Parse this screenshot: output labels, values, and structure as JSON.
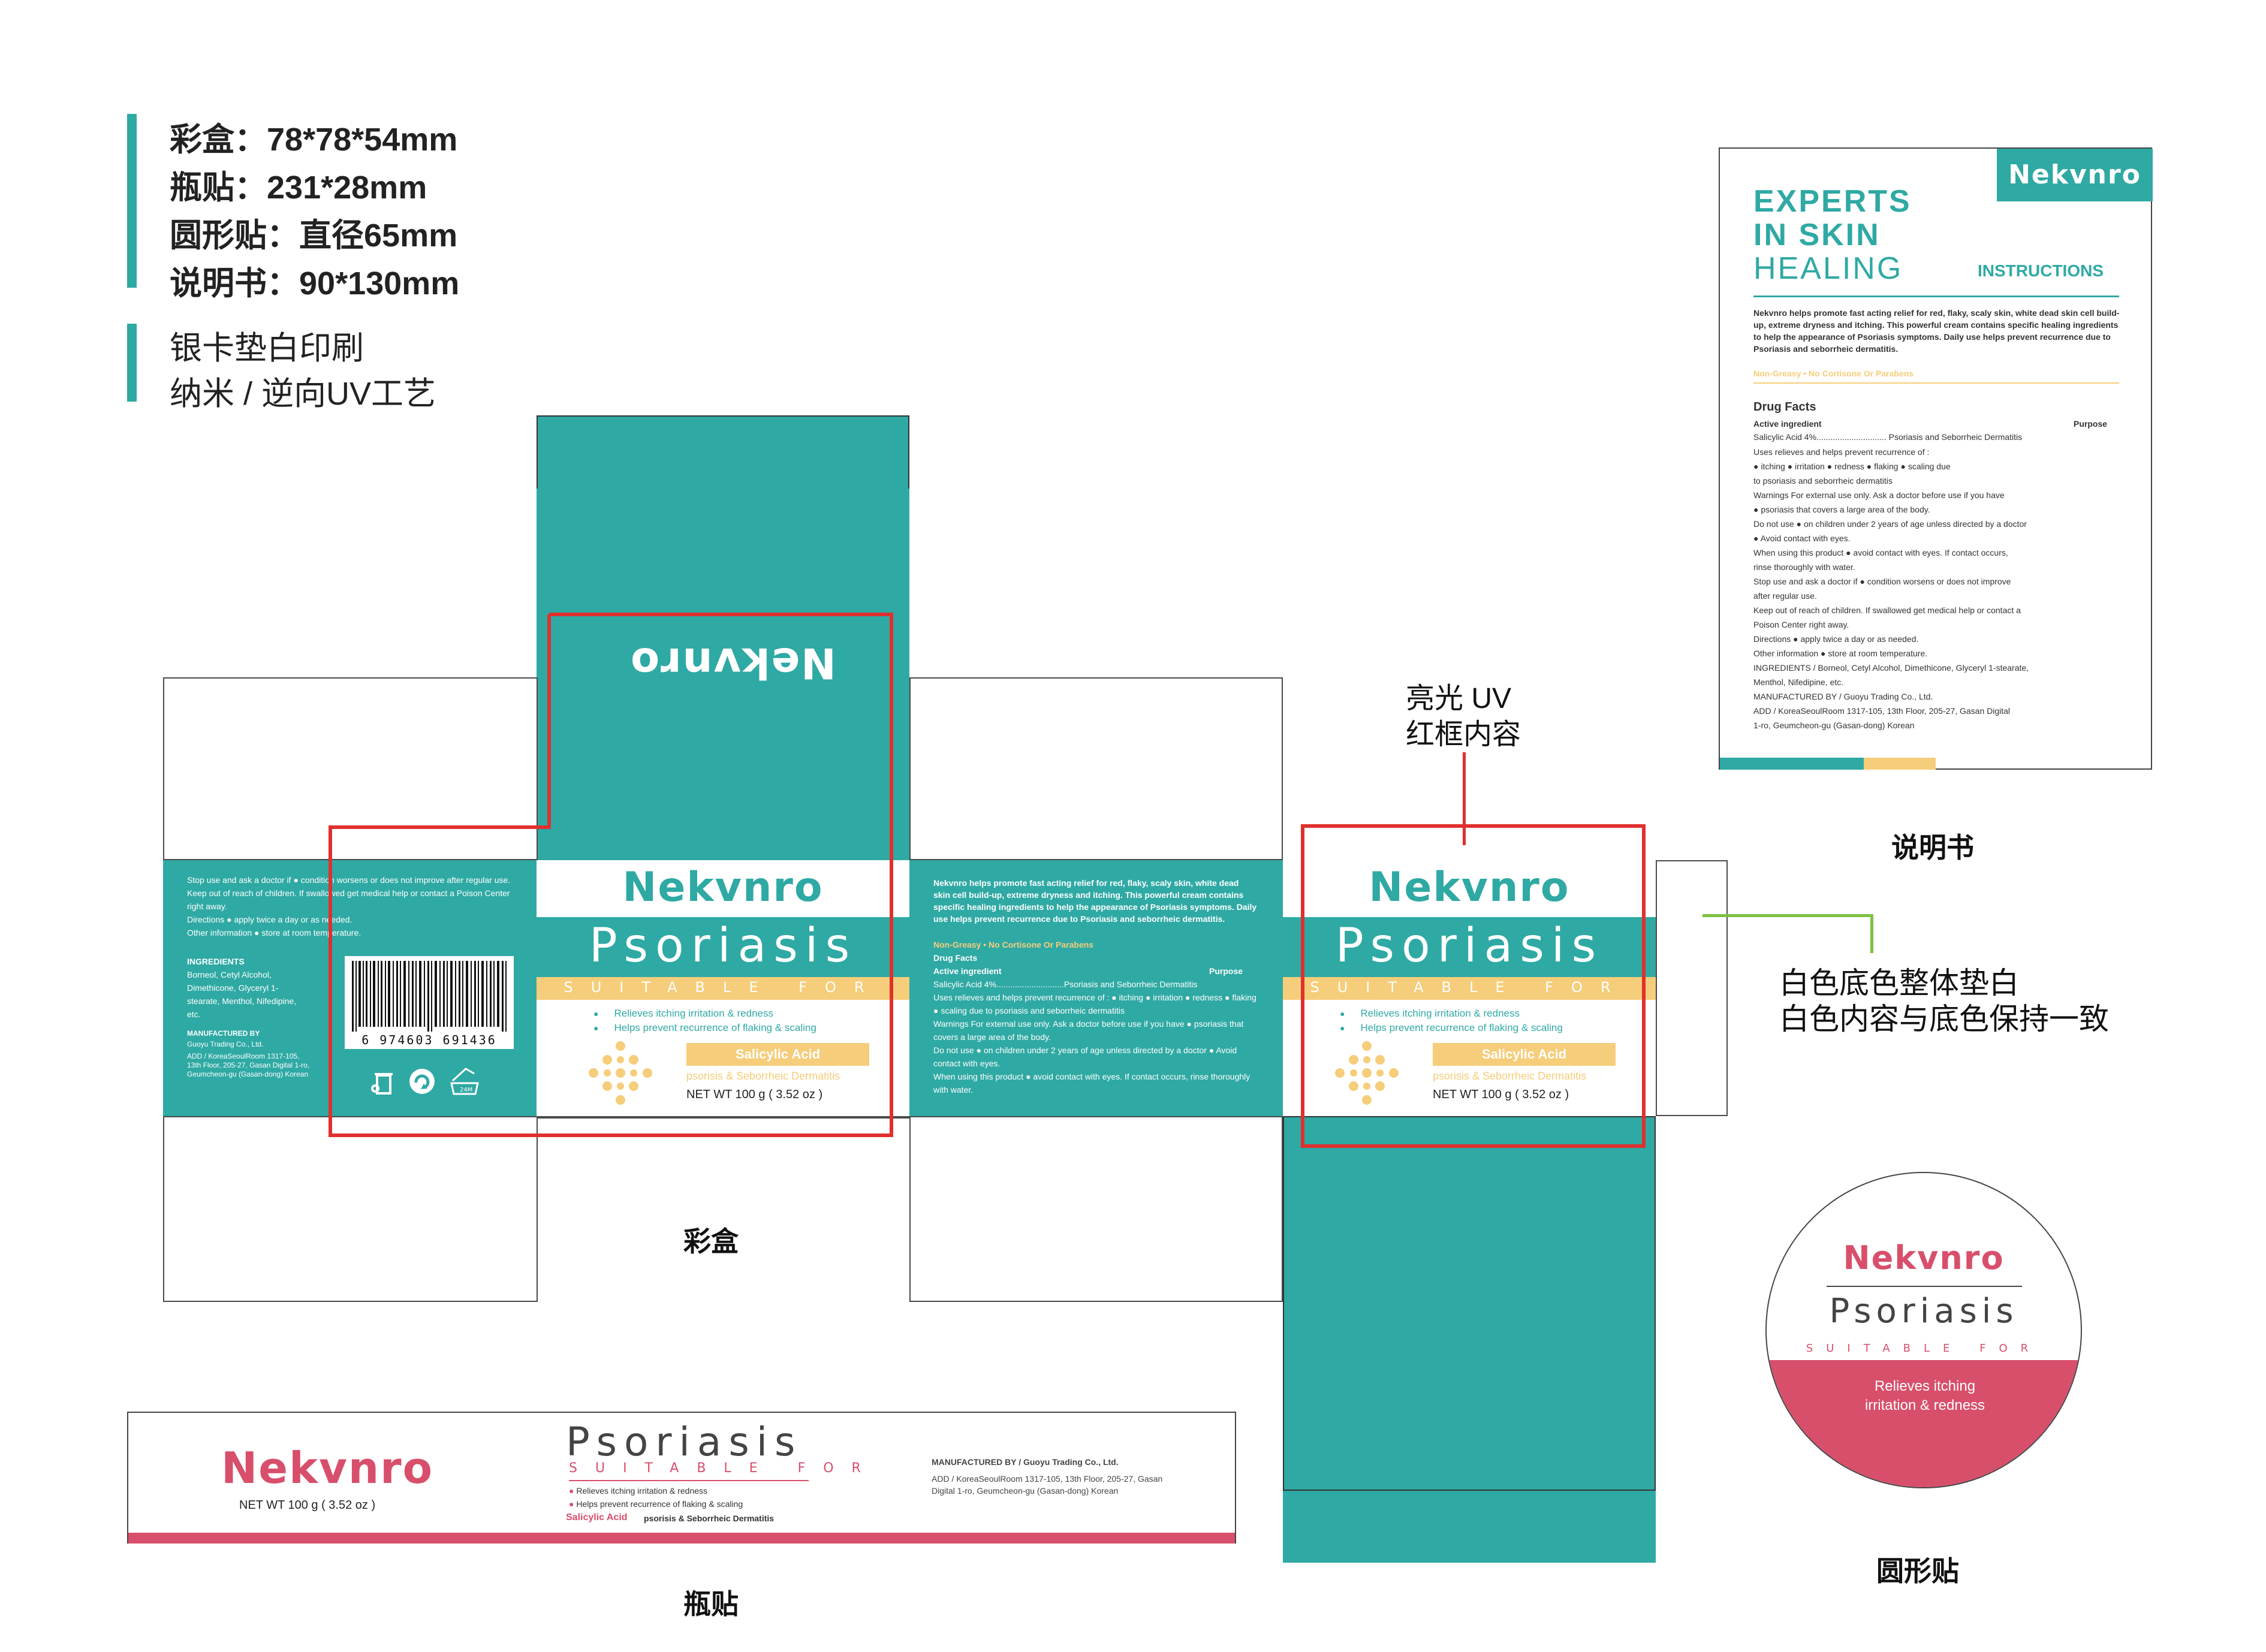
{
  "specs": {
    "lines": [
      "彩盒：78*78*54mm",
      "瓶贴：231*28mm",
      "圆形贴：直径65mm",
      "说明书：90*130mm"
    ],
    "print_lines": [
      "银卡垫白印刷",
      "纳米 / 逆向UV工艺"
    ]
  },
  "captions": {
    "box": "彩盒",
    "bottle_label": "瓶贴",
    "round_sticker": "圆形贴",
    "instructions": "说明书"
  },
  "annotations": {
    "uv_line1": "亮光 UV",
    "uv_line2": "红框内容",
    "white_line1": "白色底色整体垫白",
    "white_line2": "白色内容与底色保持一致"
  },
  "brand": "Nekvnro",
  "product": {
    "name": "Psoriasis",
    "suitable_for": "SUITABLE FOR",
    "bullets": [
      "Relieves itching irritation & redness",
      "Helps prevent recurrence of flaking & scaling"
    ],
    "salicylic": "Salicylic Acid",
    "conditions": "psorisis & Seborrheic Dermatitis",
    "net_wt": "NET WT 100 g ( 3.52 oz )",
    "net_wt_label": "NET WT 100 g ( 3.52 oz )"
  },
  "back_panel": {
    "intro": "Nekvnro helps promote fast acting relief for red, flaky, scaly skin, white dead skin cell build-up, extreme dryness and itching. This powerful cream contains specific healing ingredients to help the appearance of Psoriasis symptoms. Daily use helps prevent recurrence due to Psoriasis and seborrheic dermatitis.",
    "claims": "Non-Greasy • No Cortisone Or Parabens",
    "drug_facts": "Drug Facts",
    "active_label": "Active ingredient",
    "purpose_label": "Purpose",
    "active_line": "Salicylic Acid 4%.............................Psoriasis and Seborrheic Dermatitis",
    "uses": "Uses relieves and helps prevent recurrence of : ● itching ● irritation ● redness ● flaking ● scaling due to psoriasis and seborrheic dermatitis",
    "warnings": "Warnings For external use only. Ask a doctor before use if you have ● psoriasis that covers a large area of the body.",
    "do_not_use": "Do not use ● on children under 2 years of age unless directed by a doctor ● Avoid contact with eyes.",
    "when_using": "When using this product ● avoid contact with eyes. If contact occurs, rinse thoroughly with water."
  },
  "side_panel": {
    "stop_use": "Stop use and ask a doctor if ● condition worsens or does not improve after regular use. Keep out of reach of children. If swallowed get medical help or contact a Poison Center right away.",
    "directions": "Directions ● apply twice a day or as needed.",
    "other": "Other information ● store at room temperature.",
    "ingredients_title": "INGREDIENTS",
    "ingredients": "Borneol, Cetyl Alcohol, Dimethicone, Glyceryl 1-stearate, Menthol, Nifedipine, etc.",
    "manufactured_title": "MANUFACTURED BY",
    "manufacturer": "Guoyu Trading Co., Ltd.",
    "add": "ADD / KoreaSeoulRoom 1317-105, 13th Floor, 205-27, Gasan Digital 1-ro, Geumcheon-gu (Gasan-dong) Korean",
    "barcode": "6 974603 691436"
  },
  "instructions_sheet": {
    "headline1": "EXPERTS",
    "headline2": "IN SKIN",
    "headline3": "HEALING",
    "label": "INSTRUCTIONS",
    "intro": "Nekvnro helps promote fast acting relief for red, flaky, scaly skin, white dead skin cell build-up, extreme dryness and itching. This powerful cream contains specific healing ingredients to help the appearance of Psoriasis symptoms. Daily use helps prevent recurrence due to Psoriasis and seborrheic dermatitis.",
    "claims": "Non-Greasy • No Cortisone Or Parabens",
    "drug_facts": "Drug Facts",
    "active_label": "Active ingredient",
    "purpose_label": "Purpose",
    "active_line": "Salicylic Acid 4%.............................. Psoriasis and Seborrheic Dermatitis",
    "lines": [
      "Uses relieves and helps prevent recurrence of :",
      "● itching ● irritation ● redness ● flaking ● scaling due",
      "to psoriasis and seborrheic dermatitis",
      "Warnings For external use only. Ask a doctor before use if you have",
      "● psoriasis that covers a large area of the body.",
      "Do not use ● on children under 2 years of age unless directed by a doctor",
      "● Avoid contact with eyes.",
      "When using this product ● avoid contact with eyes. If contact occurs,",
      "rinse thoroughly with water.",
      "Stop use and ask a doctor if ● condition worsens or does not improve",
      "after regular use.",
      "Keep out of reach of children. If swallowed get medical help or contact a",
      "Poison Center right away.",
      "Directions ● apply twice a day or as needed.",
      "Other information ● store at room temperature.",
      "INGREDIENTS / Borneol, Cetyl Alcohol, Dimethicone, Glyceryl 1-stearate,",
      "Menthol, Nifedipine, etc.",
      "MANUFACTURED BY / Guoyu Trading Co., Ltd.",
      "ADD / KoreaSeoulRoom 1317-105, 13th Floor, 205-27, Gasan Digital",
      "1-ro, Geumcheon-gu (Gasan-dong) Korean"
    ]
  },
  "bottle_label": {
    "manufactured": "MANUFACTURED BY / Guoyu Trading Co., Ltd.",
    "add": "ADD / KoreaSeoulRoom 1317-105, 13th Floor, 205-27, Gasan Digital 1-ro, Geumcheon-gu (Gasan-dong) Korean"
  },
  "round_sticker": {
    "bullets": "Relieves itching irritation & redness"
  },
  "colors": {
    "teal": "#2fa9a4",
    "yellow": "#f6cd7a",
    "pink": "#d84f6b",
    "uv_frame": "#e0302e",
    "annotation_green": "#7dc142"
  }
}
